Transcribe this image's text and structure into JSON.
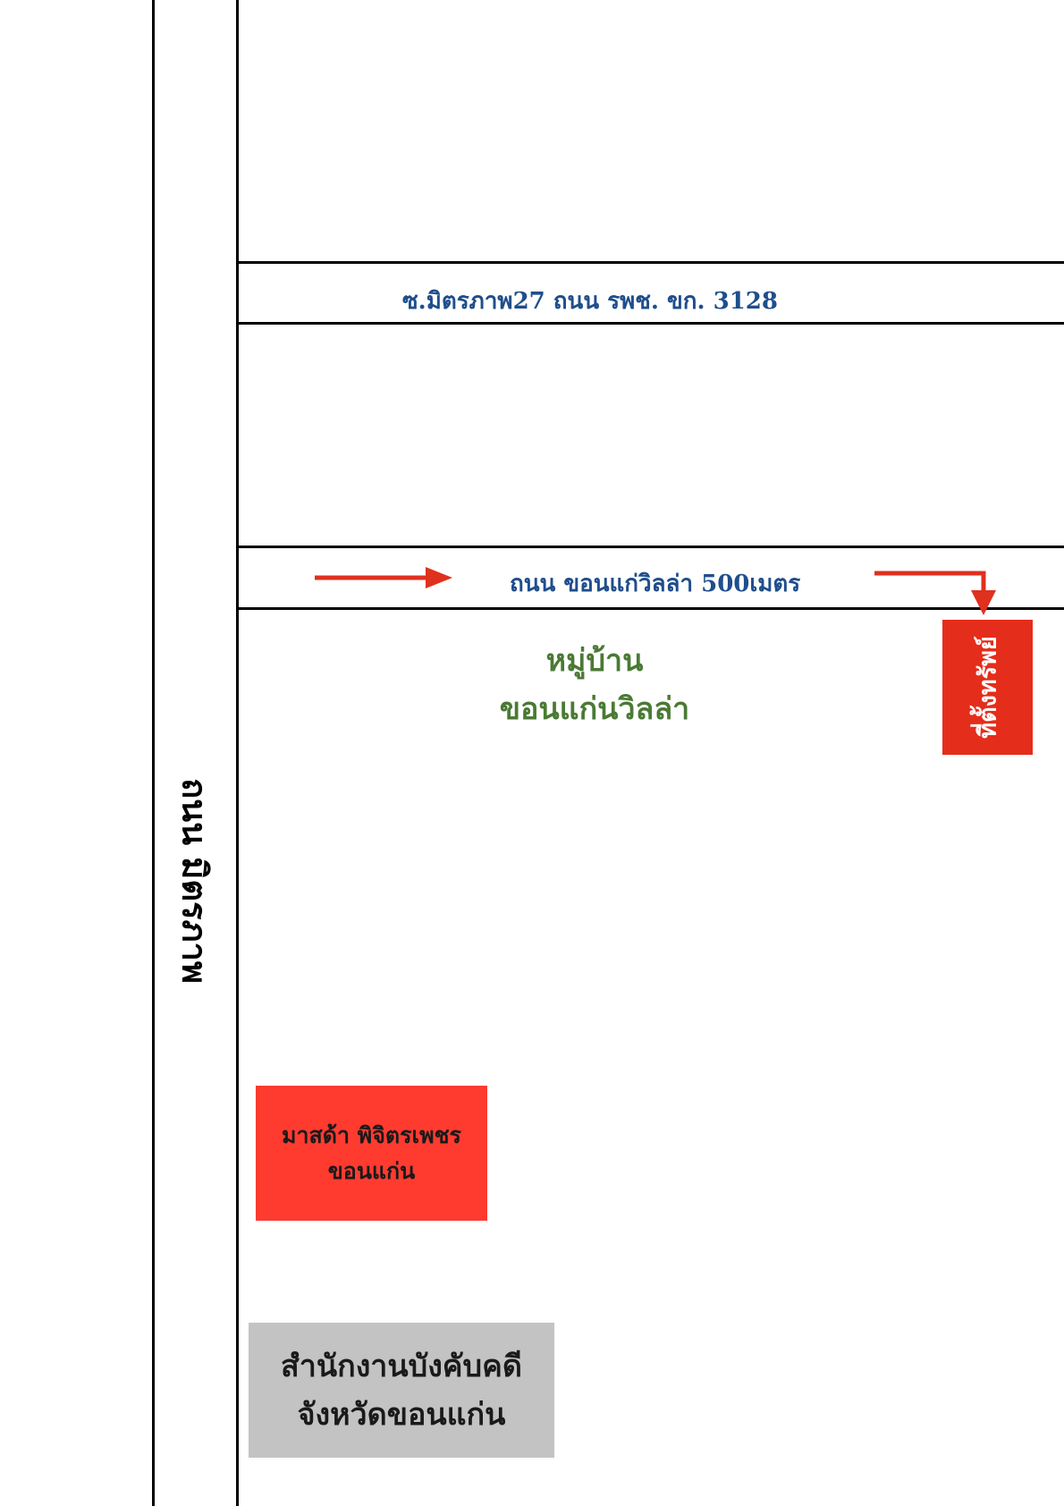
{
  "roads": {
    "main_road_label": "ถนน มิตรภาพ",
    "soi_label": "ซ.มิตรภาพ27  ถนน รพช. ขก. 3128",
    "village_road_label": "ถนน ขอนแก่วิลล่า  500เมตร"
  },
  "village": {
    "line1": "หมู่บ้าน",
    "line2": "ขอนแก่นวิลล่า"
  },
  "landmarks": {
    "property": "ที่ตั้งทรัพย์",
    "mazda_line1": "มาสด้า พิจิตรเพชร",
    "mazda_line2": "ขอนแก่น",
    "court_line1": "สำนักงานบังคับคดี",
    "court_line2": "จังหวัดขอนแก่น"
  },
  "colors": {
    "road_label": "#1f4e8c",
    "village_label": "#4a7a34",
    "arrow": "#e0301e",
    "property_box": "#e52d1b",
    "mazda_box": "#ff3b30",
    "court_box": "#c3c3c3"
  }
}
